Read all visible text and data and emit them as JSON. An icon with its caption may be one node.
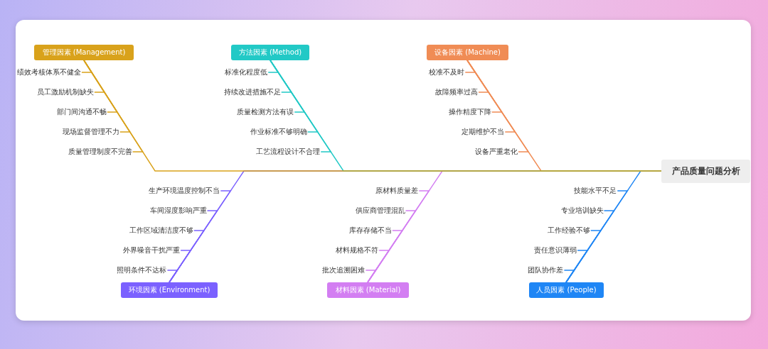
{
  "diagram": {
    "nodes": [
      {
        "text": [
          "管理因素 (Management)"
        ]
      },
      {
        "text": [
          "绩效考核体系不健全"
        ]
      },
      {
        "text": [
          "员工激励机制缺失"
        ]
      },
      {
        "text": [
          "部门间沟通不畅"
        ]
      },
      {
        "text": [
          "现场监督管理不力"
        ]
      },
      {
        "text": [
          "质量管理制度不完善"
        ]
      },
      {
        "text": [
          "方法因素 (Method)"
        ]
      },
      {
        "text": [
          "标准化程度低"
        ]
      },
      {
        "text": [
          "持续改进措施不足"
        ]
      },
      {
        "text": [
          "质量检测方法有误"
        ]
      },
      {
        "text": [
          "作业标准不够明确"
        ]
      },
      {
        "text": [
          "工艺流程设计不合理"
        ]
      },
      {
        "text": [
          "设备因素 (Machine)"
        ]
      },
      {
        "text": [
          "校准不及时"
        ]
      },
      {
        "text": [
          "故障频率过高"
        ]
      },
      {
        "text": [
          "操作精度下降"
        ]
      },
      {
        "text": [
          "定期维护不当"
        ]
      },
      {
        "text": [
          "设备严重老化"
        ]
      },
      {
        "text": [
          "产品质量问题分析"
        ]
      },
      {
        "text": [
          "生产环境温度控制不当"
        ]
      },
      {
        "text": [
          "车间湿度影响严重"
        ]
      },
      {
        "text": [
          "工作区域清洁度不够"
        ]
      },
      {
        "text": [
          "外界噪音干扰严重"
        ]
      },
      {
        "text": [
          "照明条件不达标"
        ]
      },
      {
        "text": [
          "环境因素 (Environment)"
        ]
      },
      {
        "text": [
          "原材料质量差"
        ]
      },
      {
        "text": [
          "供应商管理混乱"
        ]
      },
      {
        "text": [
          "库存存储不当"
        ]
      },
      {
        "text": [
          "材料规格不符"
        ]
      },
      {
        "text": [
          "批次追溯困难"
        ]
      },
      {
        "text": [
          "材料因素 (Material)"
        ]
      },
      {
        "text": [
          "技能水平不足"
        ]
      },
      {
        "text": [
          "专业培训缺失"
        ]
      },
      {
        "text": [
          "工作经验不够"
        ]
      },
      {
        "text": [
          "责任意识薄弱"
        ]
      },
      {
        "text": [
          "团队协作差"
        ]
      },
      {
        "text": [
          "人员因素 (People)"
        ]
      }
    ],
    "edges": [
      {
        "from": 0,
        "to": 18,
        "arrow": "none",
        "color": "#d9a21b"
      },
      {
        "from": 1,
        "to": 0,
        "arrow": "none",
        "color": "#d9a21b"
      },
      {
        "from": 2,
        "to": 0,
        "arrow": "none",
        "color": "#d9a21b"
      },
      {
        "from": 3,
        "to": 0,
        "arrow": "none",
        "color": "#d9a21b"
      },
      {
        "from": 4,
        "to": 0,
        "arrow": "none",
        "color": "#d9a21b"
      },
      {
        "from": 5,
        "to": 0,
        "arrow": "none",
        "color": "#d9a21b"
      },
      {
        "from": 6,
        "to": 18,
        "arrow": "none",
        "color": "#22c9c6"
      },
      {
        "from": 7,
        "to": 6,
        "arrow": "none",
        "color": "#22c9c6"
      },
      {
        "from": 8,
        "to": 6,
        "arrow": "none",
        "color": "#22c9c6"
      },
      {
        "from": 9,
        "to": 6,
        "arrow": "none",
        "color": "#22c9c6"
      },
      {
        "from": 10,
        "to": 6,
        "arrow": "none",
        "color": "#22c9c6"
      },
      {
        "from": 11,
        "to": 6,
        "arrow": "none",
        "color": "#22c9c6"
      },
      {
        "from": 12,
        "to": 18,
        "arrow": "none",
        "color": "#f08c55"
      },
      {
        "from": 13,
        "to": 12,
        "arrow": "none",
        "color": "#f08c55"
      },
      {
        "from": 14,
        "to": 12,
        "arrow": "none",
        "color": "#f08c55"
      },
      {
        "from": 15,
        "to": 12,
        "arrow": "none",
        "color": "#f08c55"
      },
      {
        "from": 16,
        "to": 12,
        "arrow": "none",
        "color": "#f08c55"
      },
      {
        "from": 17,
        "to": 12,
        "arrow": "none",
        "color": "#f08c55"
      },
      {
        "from": 24,
        "to": 18,
        "arrow": "none",
        "color": "#7b61ff"
      },
      {
        "from": 19,
        "to": 24,
        "arrow": "none",
        "color": "#7b61ff"
      },
      {
        "from": 20,
        "to": 24,
        "arrow": "none",
        "color": "#7b61ff"
      },
      {
        "from": 21,
        "to": 24,
        "arrow": "none",
        "color": "#7b61ff"
      },
      {
        "from": 22,
        "to": 24,
        "arrow": "none",
        "color": "#7b61ff"
      },
      {
        "from": 23,
        "to": 24,
        "arrow": "none",
        "color": "#7b61ff"
      },
      {
        "from": 30,
        "to": 18,
        "arrow": "none",
        "color": "#d37ef2"
      },
      {
        "from": 25,
        "to": 30,
        "arrow": "none",
        "color": "#d37ef2"
      },
      {
        "from": 26,
        "to": 30,
        "arrow": "none",
        "color": "#d37ef2"
      },
      {
        "from": 27,
        "to": 30,
        "arrow": "none",
        "color": "#d37ef2"
      },
      {
        "from": 28,
        "to": 30,
        "arrow": "none",
        "color": "#d37ef2"
      },
      {
        "from": 29,
        "to": 30,
        "arrow": "none",
        "color": "#d37ef2"
      },
      {
        "from": 36,
        "to": 18,
        "arrow": "none",
        "color": "#1f86f5"
      },
      {
        "from": 31,
        "to": 36,
        "arrow": "none",
        "color": "#1f86f5"
      },
      {
        "from": 32,
        "to": 36,
        "arrow": "none",
        "color": "#1f86f5"
      },
      {
        "from": 33,
        "to": 36,
        "arrow": "none",
        "color": "#1f86f5"
      },
      {
        "from": 34,
        "to": 36,
        "arrow": "none",
        "color": "#1f86f5"
      },
      {
        "from": 35,
        "to": 36,
        "arrow": "none",
        "color": "#1f86f5"
      }
    ]
  }
}
